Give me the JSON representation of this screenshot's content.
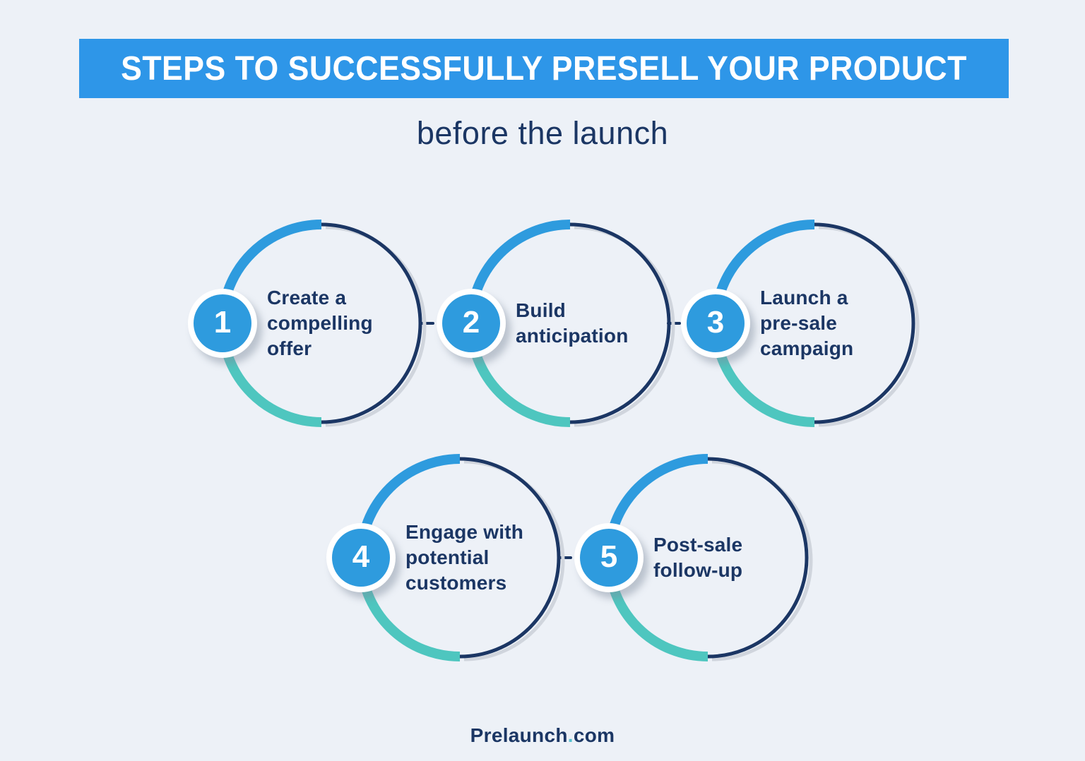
{
  "header": {
    "title": "STEPS TO SUCCESSFULLY PRESELL YOUR PRODUCT",
    "subtitle": "before the launch"
  },
  "steps": [
    {
      "number": "1",
      "lines": [
        "Create a",
        "compelling",
        "offer"
      ]
    },
    {
      "number": "2",
      "lines": [
        "Build",
        "anticipation"
      ]
    },
    {
      "number": "3",
      "lines": [
        "Launch a",
        "pre-sale",
        "campaign"
      ]
    },
    {
      "number": "4",
      "lines": [
        "Engage with",
        "potential",
        "customers"
      ]
    },
    {
      "number": "5",
      "lines": [
        "Post-sale",
        "follow-up"
      ]
    }
  ],
  "footer": {
    "brand_prefix": "Prelaunch",
    "brand_dot": ".",
    "brand_suffix": "com"
  },
  "colors": {
    "background": "#EDF1F7",
    "banner_blue": "#2E96E8",
    "badge_blue": "#2E9BDE",
    "arc_blue": "#2E9BDE",
    "arc_teal": "#4EC6BF",
    "navy": "#1B3664",
    "shadow_gray": "#D0D5DD",
    "footer_dot_teal": "#54C0CF"
  }
}
